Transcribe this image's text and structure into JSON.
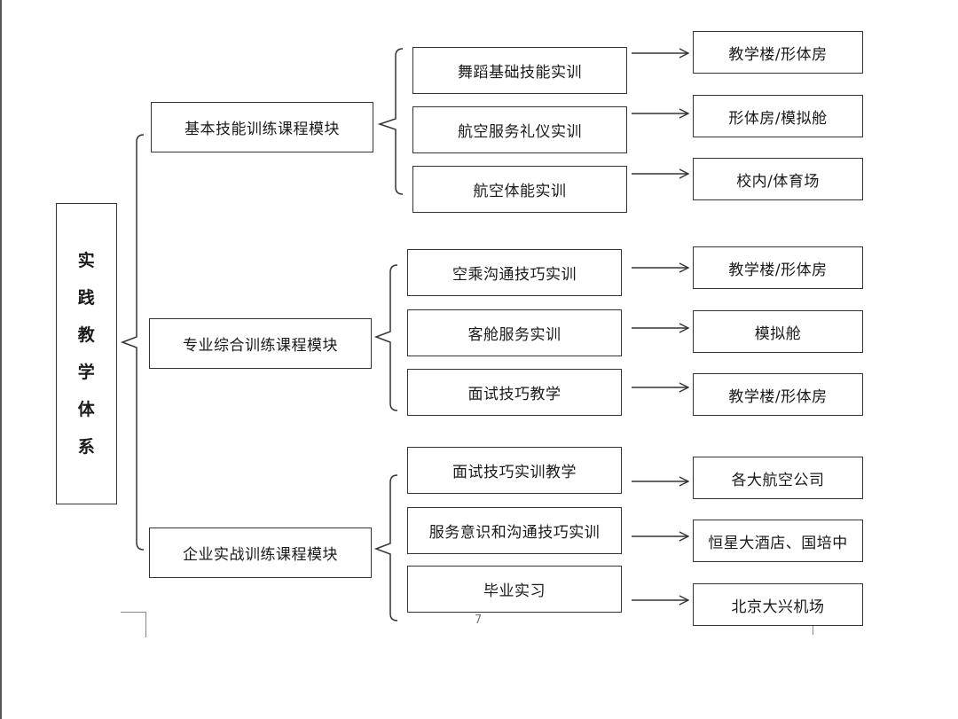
{
  "root": {
    "chars": [
      "实",
      "践",
      "教",
      "学",
      "体",
      "系"
    ]
  },
  "modules": [
    {
      "label": "基本技能训练课程模块",
      "items": [
        {
          "course": "舞蹈基础技能实训",
          "venue": "教学楼/形体房"
        },
        {
          "course": "航空服务礼仪实训",
          "venue": "形体房/模拟舱"
        },
        {
          "course": "航空体能实训",
          "venue": "校内/体育场"
        }
      ]
    },
    {
      "label": "专业综合训练课程模块",
      "items": [
        {
          "course": "空乘沟通技巧实训",
          "venue": "教学楼/形体房"
        },
        {
          "course": "客舱服务实训",
          "venue": "模拟舱"
        },
        {
          "course": "面试技巧教学",
          "venue": "教学楼/形体房"
        }
      ]
    },
    {
      "label": "企业实战训练课程模块",
      "items": [
        {
          "course": "面试技巧实训教学",
          "venue": "各大航空公司"
        },
        {
          "course": "服务意识和沟通技巧实训",
          "venue": "恒星大酒店、国培中"
        },
        {
          "course": "毕业实习",
          "venue": "北京大兴机场"
        }
      ]
    }
  ],
  "page_number": "7"
}
